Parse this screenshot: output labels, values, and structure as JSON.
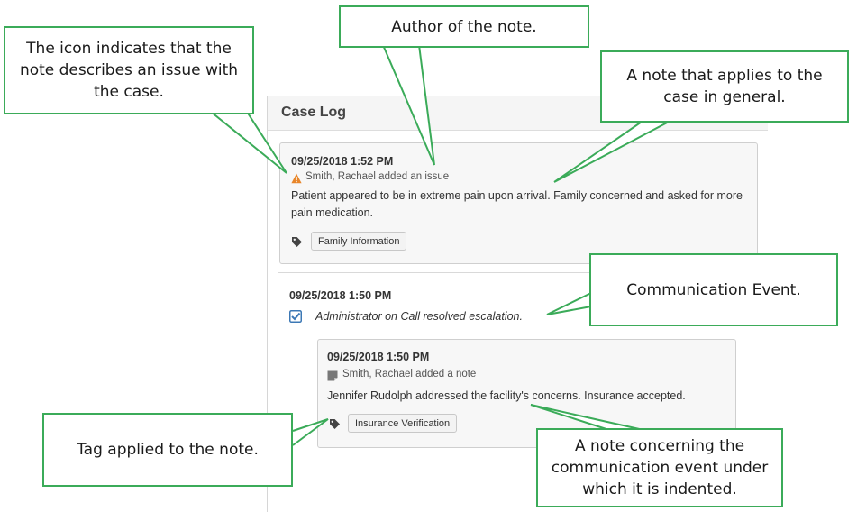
{
  "case_log": {
    "title": "Case Log",
    "notes": [
      {
        "timestamp": "09/25/2018 1:52 PM",
        "author_line": "Smith, Rachael added an issue",
        "text": "Patient appeared to be in extreme pain upon arrival. Family concerned and asked for more pain medication.",
        "tag": "Family Information",
        "icon": "warning-icon"
      }
    ],
    "event": {
      "timestamp": "09/25/2018 1:50 PM",
      "text": "Administrator on Call resolved escalation.",
      "icon": "checkbox-icon",
      "nested_note": {
        "timestamp": "09/25/2018 1:50 PM",
        "author_line": "Smith, Rachael added a note",
        "text": "Jennifer Rudolph addressed the facility's concerns.  Insurance accepted.",
        "tag": "Insurance Verification",
        "icon": "note-icon"
      }
    }
  },
  "callouts": {
    "icon_issue": "The icon indicates that the note describes an issue with the case.",
    "author": "Author of the note.",
    "general_note": "A note that applies to the case in general.",
    "communication_event": "Communication Event.",
    "tag": "Tag applied to the note.",
    "indented_note": "A note concerning the communication event under which it is indented."
  },
  "colors": {
    "callout_border": "#3bab59",
    "warning": "#e8862a",
    "checkbox": "#3c78b5"
  }
}
